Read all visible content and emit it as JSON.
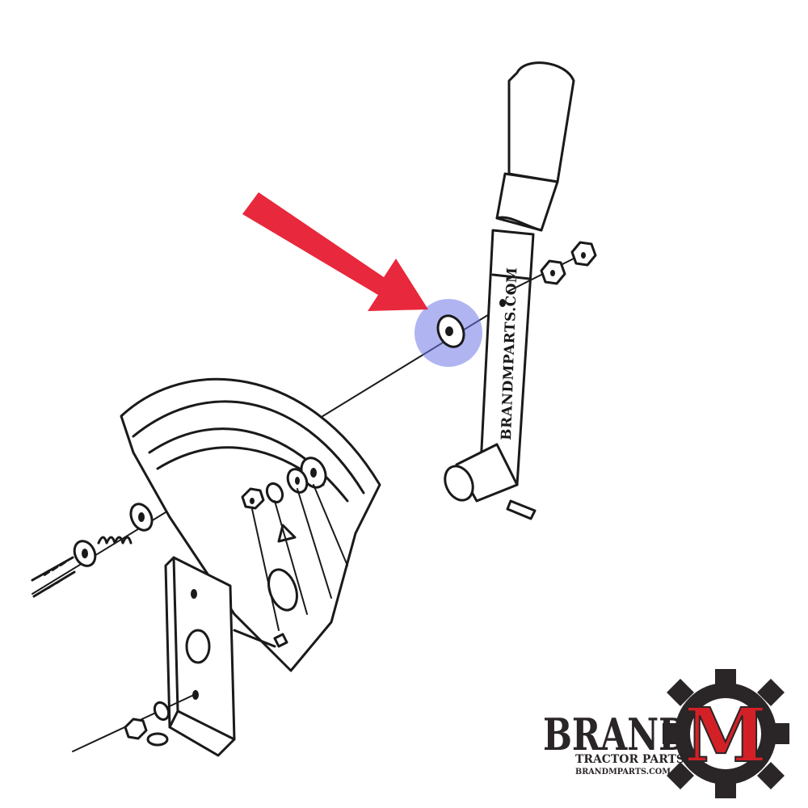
{
  "colors": {
    "line": "#1a1a1a",
    "arrow": "#e8283c",
    "highlight": "#6f78e8",
    "logo_red": "#d32027",
    "logo_dark": "#2a2526"
  },
  "lever": {
    "stamp": "BRANDMPARTS.COM"
  },
  "logo": {
    "word": "BRAND",
    "letter": "M",
    "tagline": "TRACTOR PARTS",
    "site": "BRANDMPARTS.COM"
  }
}
